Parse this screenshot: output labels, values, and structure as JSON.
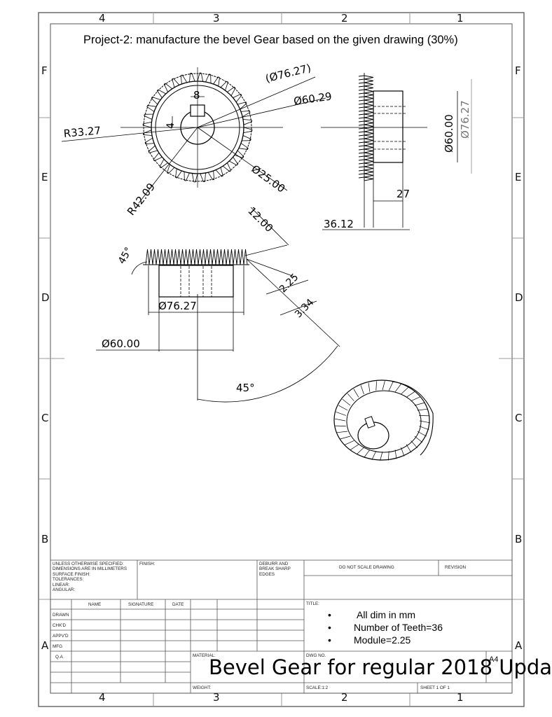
{
  "title": "Project-2: manufacture the bevel Gear based on the given drawing (30%)",
  "zones": {
    "columns": [
      "4",
      "3",
      "2",
      "1"
    ],
    "rows": [
      "F",
      "E",
      "D",
      "C",
      "B",
      "A"
    ]
  },
  "dimensions": {
    "front_pitch_dia": "(Ø76.27)",
    "front_outer_dia": "Ø60.29",
    "keyway_width": "8",
    "keyway_height": "4",
    "radius_small": "R33.27",
    "bore": "Ø25.00",
    "radius_large": "R42.09",
    "side_dia": "Ø60.00",
    "side_pitch_dia": "Ø76.27",
    "hub_length": "27",
    "overall_length": "36.12",
    "tooth_length": "12.00",
    "addendum": "2.25",
    "dedendum": "3.34",
    "angle_small": "45°",
    "sec_dia_pitch": "Ø76.27",
    "sec_dia_hub": "Ø60.00",
    "angle_large": "45°"
  },
  "title_block": {
    "general_notes": "UNLESS OTHERWISE SPECIFIED:\nDIMENSIONS ARE IN MILLIMETERS\nSURFACE FINISH:\nTOLERANCES:\n  LINEAR:\n  ANGULAR:",
    "finish_label": "FINISH:",
    "deburr_label": "DEBURR AND\nBREAK SHARP\nEDGES",
    "do_not_scale": "DO NOT SCALE DRAWING",
    "revision_label": "REVISION",
    "col_name": "NAME",
    "col_signature": "SIGNATURE",
    "col_date": "DATE",
    "rows": [
      "DRAWN",
      "CHK'D",
      "APPV'D",
      "MFG",
      "Q.A"
    ],
    "title_label": "TITLE:",
    "notes": [
      "All dim in mm",
      "Number of Teeth=36",
      "Module=2.25"
    ],
    "material_label": "MATERIAL:",
    "dwg_no_label": "DWG NO.",
    "drawing_title": "Bevel Gear for regular 2018 Upda",
    "size": "A4",
    "weight_label": "WEIGHT:",
    "scale": "SCALE:1:2",
    "sheet": "SHEET 1 OF 1"
  }
}
